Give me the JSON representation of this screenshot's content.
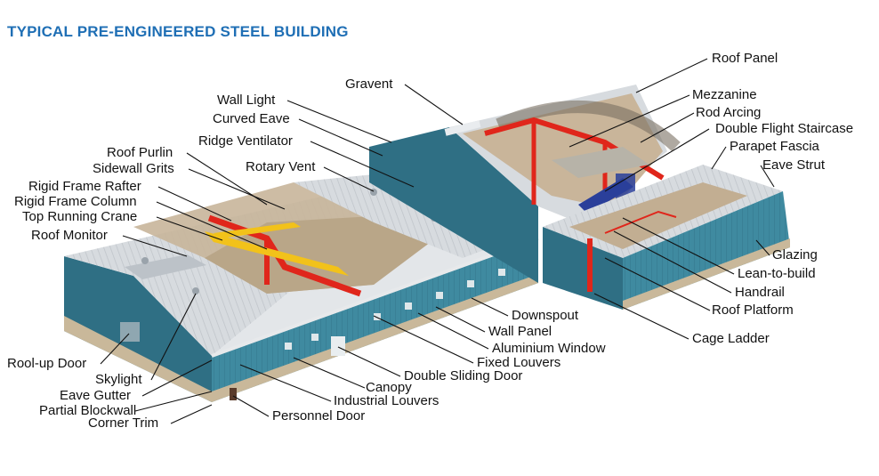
{
  "title": "TYPICAL PRE-ENGINEERED STEEL BUILDING",
  "colors": {
    "title": "#1f6fb5",
    "wall": "#3f8aa0",
    "wall_dark": "#2f6f84",
    "roof": "#d4d8dc",
    "frame_red": "#e0261b",
    "crane_yellow": "#f2c21a",
    "stair_blue": "#2a3f9a",
    "blockwall": "#c9b89a"
  },
  "labels": {
    "roof_panel": "Roof Panel",
    "gravent": "Gravent",
    "mezzanine": "Mezzanine",
    "wall_light": "Wall Light",
    "rod_arcing": "Rod Arcing",
    "curved_eave": "Curved Eave",
    "double_flight_staircase": "Double Flight Staircase",
    "ridge_ventilator": "Ridge Ventilator",
    "parapet_fascia": "Parapet Fascia",
    "roof_purlin": "Roof Purlin",
    "eave_strut": "Eave Strut",
    "sidewall_grits": "Sidewall Grits",
    "rotary_vent": "Rotary Vent",
    "rigid_frame_rafter": "Rigid Frame Rafter",
    "rigid_frame_column": "Rigid Frame Column",
    "top_running_crane": "Top Running Crane",
    "roof_monitor": "Roof Monitor",
    "glazing": "Glazing",
    "lean_to_build": "Lean-to-build",
    "handrail": "Handrail",
    "roof_platform": "Roof Platform",
    "downspout": "Downspout",
    "wall_panel": "Wall Panel",
    "aluminium_window": "Aluminium Window",
    "cage_ladder": "Cage Ladder",
    "fixed_louvers": "Fixed Louvers",
    "rool_up_door": "Rool-up Door",
    "double_sliding_door": "Double Sliding Door",
    "skylight": "Skylight",
    "canopy": "Canopy",
    "eave_gutter": "Eave Gutter",
    "industrial_louvers": "Industrial Louvers",
    "partial_blockwall": "Partial Blockwall",
    "personnel_door": "Personnel Door",
    "corner_trim": "Corner Trim"
  }
}
